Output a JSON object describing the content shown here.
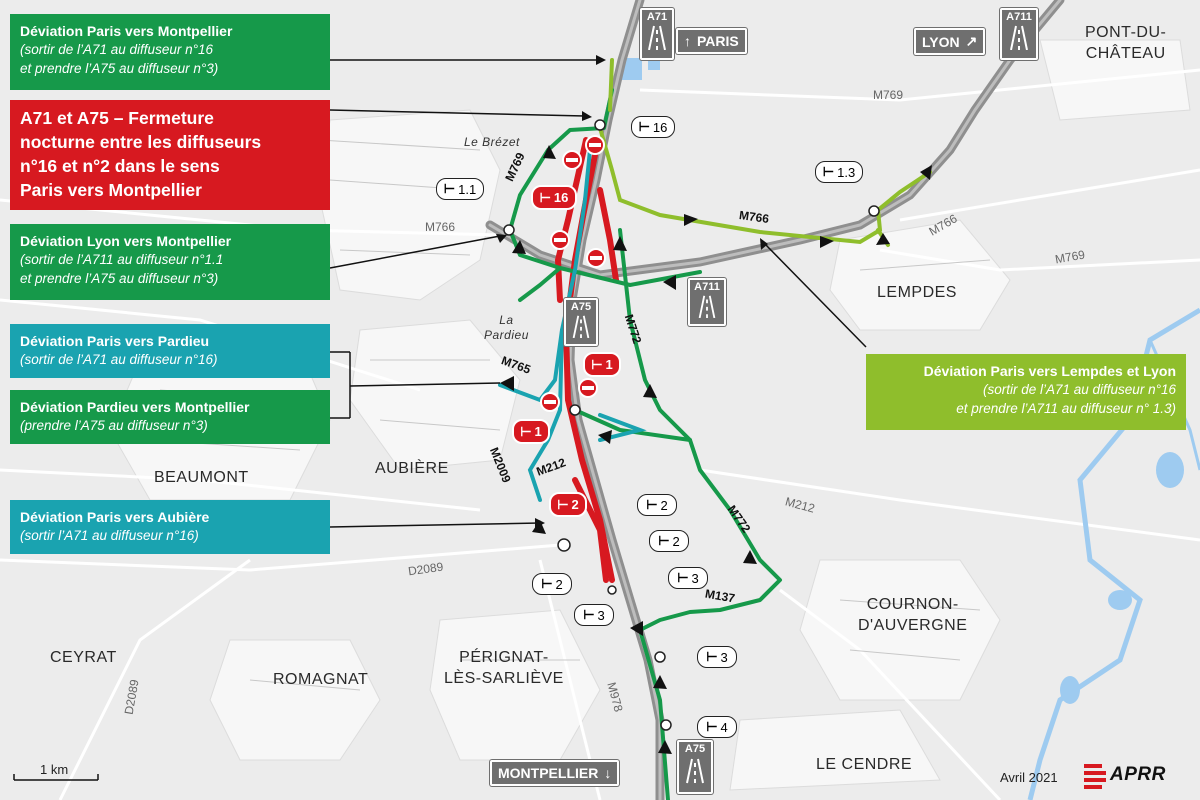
{
  "callouts": {
    "paris_montpellier": {
      "title": "Déviation Paris vers Montpellier",
      "sub1": "(sortir de l’A71 au diffuseur n°16",
      "sub2": "et prendre l’A75 au diffuseur n°3)",
      "color": "#16994a"
    },
    "closure": {
      "line1": "A71 et A75 – Fermeture",
      "line2": "nocturne entre les diffuseurs",
      "line3": "n°16 et n°2 dans le sens",
      "line4": "Paris vers Montpellier",
      "color": "#d71920"
    },
    "lyon_montpellier": {
      "title": "Déviation Lyon vers Montpellier",
      "sub1": "(sortir de l’A711 au diffuseur n°1.1",
      "sub2": "et prendre l’A75 au diffuseur n°3)",
      "color": "#16994a"
    },
    "paris_pardieu": {
      "title": "Déviation Paris vers Pardieu",
      "sub1": "(sortir de l’A71 au diffuseur n°16)",
      "color": "#1aa3b0"
    },
    "pardieu_montpellier": {
      "title": "Déviation Pardieu vers Montpellier",
      "sub1": "(prendre l’A75 au diffuseur n°3)",
      "color": "#16994a"
    },
    "paris_aubiere": {
      "title": "Déviation Paris vers Aubière",
      "sub1": "(sortir l’A71 au diffuseur n°16)",
      "color": "#1aa3b0"
    },
    "paris_lempdes_lyon": {
      "title": "Déviation Paris vers Lempdes et Lyon",
      "sub1": "(sortir de l’A71 au diffuseur n°16",
      "sub2": "et prendre l’A711 au diffuseur n° 1.3)",
      "color": "#8fbe2c"
    }
  },
  "places": {
    "pont_du_chateau": "PONT-DU-\nCHÂTEAU",
    "lempdes": "LEMPDES",
    "beaumont": "BEAUMONT",
    "aubiere": "AUBIÈRE",
    "cournon": "COURNON-\nD'AUVERGNE",
    "ceyrat": "CEYRAT",
    "romagnat": "ROMAGNAT",
    "perignat": "PÉRIGNAT-\nLÈS-SARLIÈVE",
    "le_cendre": "LE CENDRE",
    "le_brezet": "Le Brézet",
    "la_pardieu": "La\nPardieu"
  },
  "roads": {
    "m769_a": "M769",
    "m769_b": "M769",
    "m769_c": "M769",
    "m766_a": "M766",
    "m766_b": "M766",
    "m766_c": "M766",
    "m772_a": "M772",
    "m772_b": "M772",
    "m765": "M765",
    "m2009": "M2009",
    "m212_a": "M212",
    "m212_b": "M212",
    "m137": "M137",
    "d2089_a": "D2089",
    "d2089_b": "D2089",
    "m978": "M978"
  },
  "motorways": {
    "a71_top": "A71",
    "a711_top": "A711",
    "a711_mid": "A711",
    "a75_mid": "A75",
    "a75_bottom": "A75"
  },
  "direction_signs": {
    "paris": "PARIS",
    "lyon": "LYON",
    "montpellier": "MONTPELLIER"
  },
  "exits": {
    "x16": "16",
    "x1_1": "1.1",
    "x1_3": "1.3",
    "x2_a": "2",
    "x2_b": "2",
    "x2_c": "2",
    "x3_a": "3",
    "x3_b": "3",
    "x3_c": "3",
    "x4": "4"
  },
  "closed_exits": {
    "c16": "16",
    "c1_a": "1",
    "c1_b": "1",
    "c2": "2"
  },
  "footer": {
    "date": "Avril 2021",
    "brand": "APRR",
    "scale": "1 km"
  },
  "colors": {
    "green": "#16994a",
    "red": "#d71920",
    "teal": "#1aa3b0",
    "lime": "#8fbe2c",
    "motorway": "#9a9a9a"
  }
}
